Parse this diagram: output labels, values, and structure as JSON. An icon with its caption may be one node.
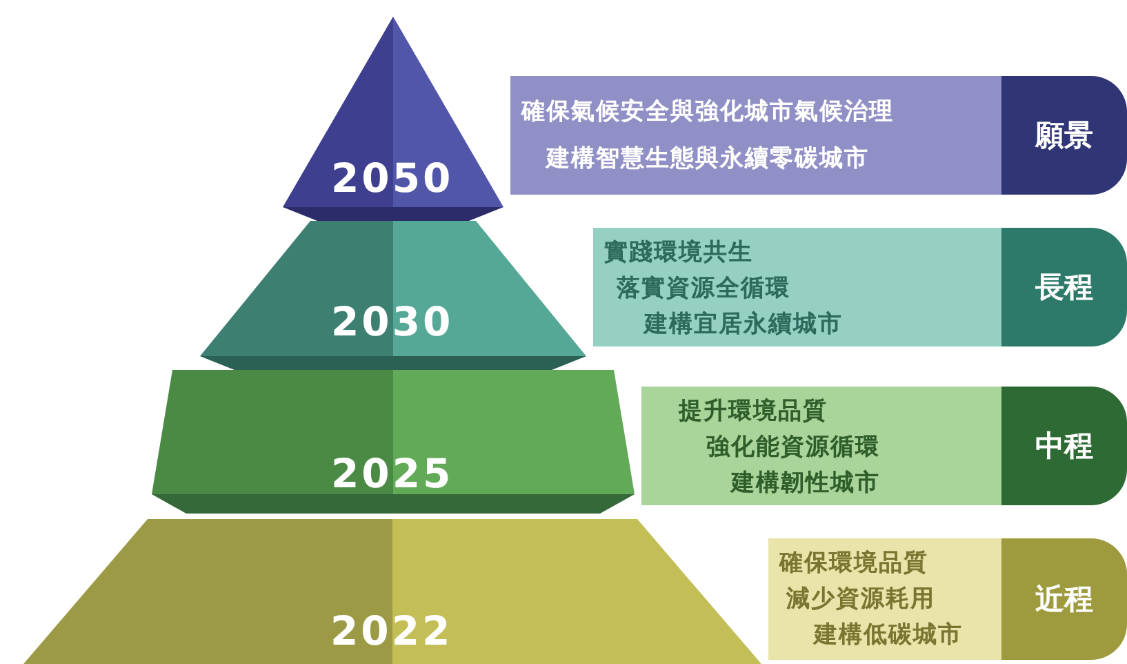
{
  "diagram": {
    "nodes": [
      {
        "text": [
          "2050"
        ]
      },
      {
        "text": [
          "確保氣候安全與強化城市氣候治理",
          "建構智慧生態與永續零碳城市"
        ]
      },
      {
        "text": [
          "願景"
        ]
      },
      {
        "text": [
          "2030"
        ]
      },
      {
        "text": [
          "實踐環境共生",
          "落實資源全循環",
          "建構宜居永續城市"
        ]
      },
      {
        "text": [
          "長程"
        ]
      },
      {
        "text": [
          "2025"
        ]
      },
      {
        "text": [
          "提升環境品質",
          "強化能資源循環",
          "建構韌性城市"
        ]
      },
      {
        "text": [
          "中程"
        ]
      },
      {
        "text": [
          "2022"
        ]
      },
      {
        "text": [
          "確保環境品質",
          "減少資源耗用",
          "建構低碳城市"
        ]
      },
      {
        "text": [
          "近程"
        ]
      }
    ]
  }
}
